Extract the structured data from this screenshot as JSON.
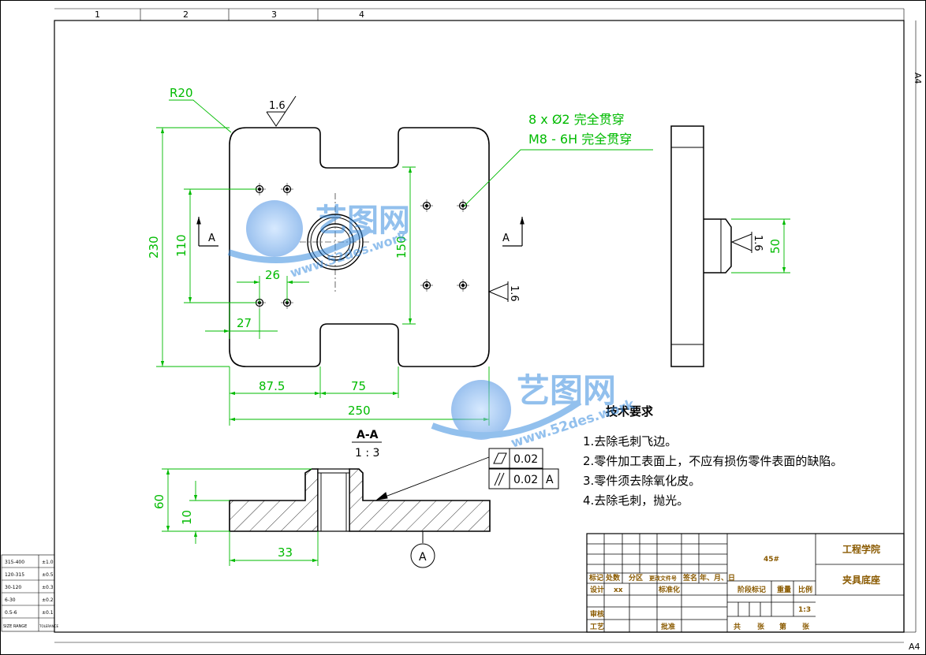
{
  "frame": {
    "zone_numbers": [
      "1",
      "2",
      "3",
      "4"
    ],
    "sheet_size_top": "A4",
    "sheet_size_bottom": "A4"
  },
  "colors": {
    "outline": "#000000",
    "dimension": "#00bb00",
    "annotation": "#00bb00",
    "title_block_text": "#8a5a00",
    "watermark": "#3a8de0"
  },
  "top_view": {
    "fillet_label": "R20",
    "roughness_top": "1.6",
    "roughness_right": "1.6",
    "hole_note_line1": "8 x Ø2 完全贯穿",
    "hole_note_line2": "M8 - 6H 完全贯穿",
    "section_mark_left": "A",
    "section_mark_right": "A",
    "dims": {
      "overall_height": "230",
      "hole_height": "110",
      "pattern_height": "150",
      "hole_spacing_x": "26",
      "hole_offset_x": "27",
      "left_width": "87.5",
      "slot_width": "75",
      "overall_width": "250"
    }
  },
  "side_view": {
    "roughness": "1.6",
    "boss_dim": "50"
  },
  "section_view": {
    "title": "A-A",
    "scale": "1 : 3",
    "flatness_value": "0.02",
    "parallel_value": "0.02",
    "datum_ref": "A",
    "datum_label": "A",
    "dims": {
      "total_height": "60",
      "plate_thickness": "10",
      "bore_offset": "33"
    }
  },
  "tech_requirements": {
    "title": "技术要求",
    "items": [
      "1.去除毛刺飞边。",
      "2.零件加工表面上，不应有损伤零件表面的缺陷。",
      "3.零件须去除氧化皮。",
      "4.去除毛刺，抛光。"
    ]
  },
  "title_block": {
    "material": "45#",
    "school": "工程学院",
    "part_name": "夹具底座",
    "row_labels": [
      "标记",
      "处数",
      "分区",
      "更改文件号",
      "签名",
      "年、月、日"
    ],
    "design_label": "设计",
    "design_value": "xx",
    "standard_label": "标准化",
    "stage_label": "阶段标记",
    "weight_label": "重量",
    "scale_label": "比例",
    "scale_value": "1:3",
    "check_label": "审核",
    "process_label": "工艺",
    "approve_label": "批准",
    "sheet_text": [
      "共",
      "张",
      "第",
      "张"
    ]
  },
  "tolerance_table": {
    "rows": [
      [
        "315-400",
        "±1.0"
      ],
      [
        "120-315",
        "±0.5"
      ],
      [
        "30-120",
        "±0.3"
      ],
      [
        "6-30",
        "±0.2"
      ],
      [
        "0.5-6",
        "±0.1"
      ]
    ],
    "header_row": [
      "SIZE RANGE",
      "TOLERANCE"
    ]
  },
  "watermark": {
    "brand": "艺图网",
    "url": "www.52des.work"
  }
}
